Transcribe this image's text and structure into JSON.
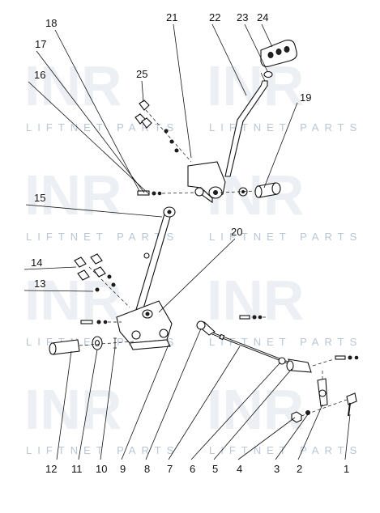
{
  "watermark": {
    "brand": "INR",
    "caption": "LIFTNET PARTS"
  },
  "callouts": [
    {
      "number": "1"
    },
    {
      "number": "2"
    },
    {
      "number": "3"
    },
    {
      "number": "4"
    },
    {
      "number": "5"
    },
    {
      "number": "6"
    },
    {
      "number": "7"
    },
    {
      "number": "8"
    },
    {
      "number": "9"
    },
    {
      "number": "10"
    },
    {
      "number": "11"
    },
    {
      "number": "12"
    },
    {
      "number": "13"
    },
    {
      "number": "14"
    },
    {
      "number": "15"
    },
    {
      "number": "16"
    },
    {
      "number": "17"
    },
    {
      "number": "18"
    },
    {
      "number": "19"
    },
    {
      "number": "20"
    },
    {
      "number": "21"
    },
    {
      "number": "22"
    },
    {
      "number": "23"
    },
    {
      "number": "24"
    },
    {
      "number": "25"
    }
  ]
}
